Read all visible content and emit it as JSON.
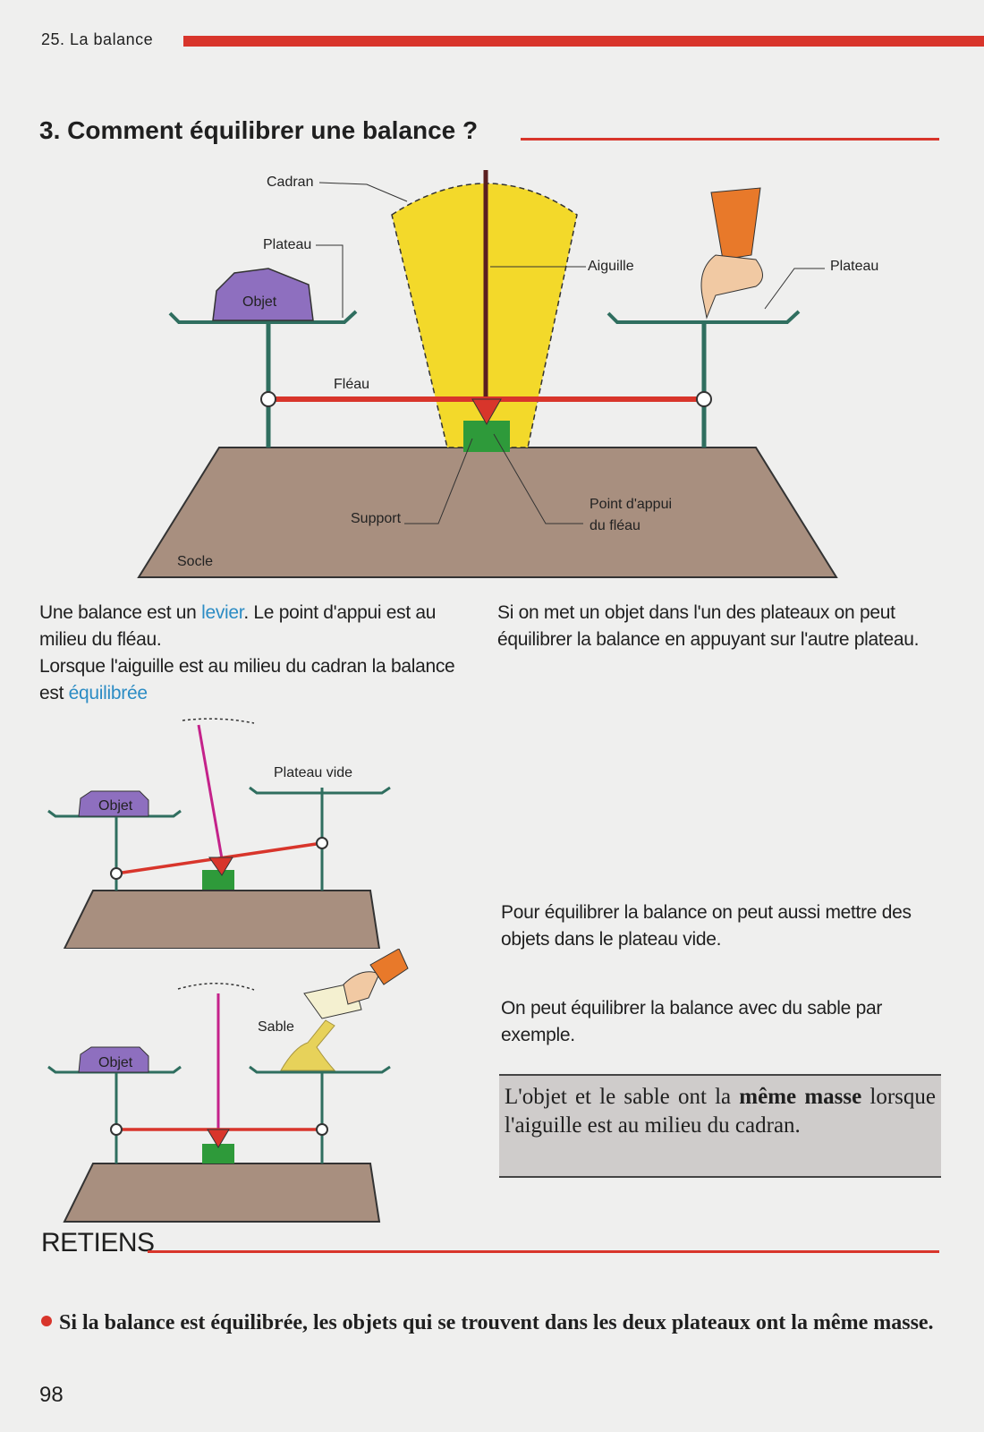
{
  "header": {
    "chapter": "25. La balance",
    "section_title": "3. Comment équilibrer une balance ?"
  },
  "diagram_main": {
    "labels": {
      "cadran": "Cadran",
      "plateau_left": "Plateau",
      "objet": "Objet",
      "aiguille": "Aiguille",
      "plateau_right": "Plateau",
      "fleau": "Fléau",
      "support": "Support",
      "point_appui_1": "Point d'appui",
      "point_appui_2": "du fléau",
      "socle": "Socle"
    }
  },
  "text_left": {
    "p1_a": "Une balance est un ",
    "p1_hl": "levier",
    "p1_b": ". Le point d'appui est au milieu du fléau.",
    "p2_a": "Lorsque l'aiguille est au milieu du cadran la balance est ",
    "p2_hl": "équilibrée"
  },
  "text_right": "Si on met un objet dans l'un des plateaux on peut équilibrer la balance en appuyant sur l'autre plateau.",
  "diagram_2": {
    "objet": "Objet",
    "plateau_vide": "Plateau vide"
  },
  "diagram_3": {
    "objet": "Objet",
    "sable": "Sable"
  },
  "text_mid_1": "Pour équilibrer la balance on peut aussi mettre des objets dans le plateau vide.",
  "text_mid_2": "On peut équilibrer la balance avec du sable par exemple.",
  "box": {
    "a": "L'objet et le sable ont la ",
    "bold": "même masse",
    "b": " lorsque l'aiguille est au milieu du cadran."
  },
  "retiens": {
    "title": "RETIENS",
    "rule": "Si la balance est équilibrée, les objets qui se trouvent dans les deux plateaux ont la même masse."
  },
  "page_number": "98",
  "colors": {
    "accent_red": "#d8352b",
    "link_blue": "#2c8cc4",
    "dial_yellow": "#f3d92a",
    "object_purple": "#8e6fbf",
    "base_brown": "#a88f7f",
    "support_green": "#2e9a3a",
    "rod_green": "#2f6e5f"
  }
}
